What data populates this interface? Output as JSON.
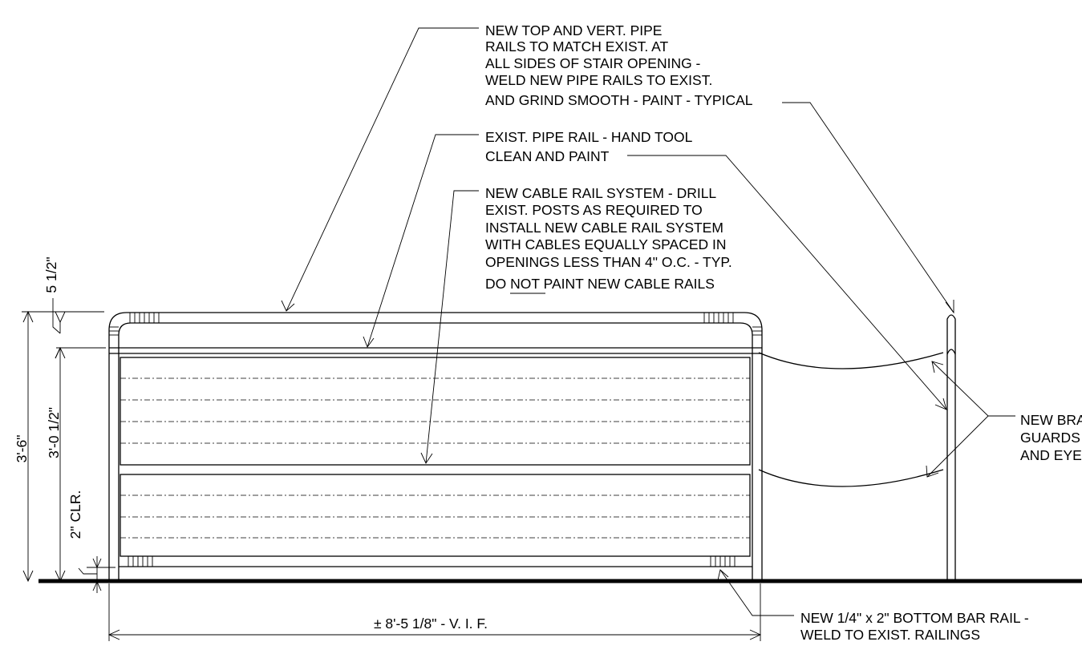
{
  "notes": {
    "top_rails": [
      "NEW TOP AND VERT. PIPE",
      "RAILS TO MATCH EXIST. AT",
      "ALL SIDES OF STAIR OPENING -",
      "WELD NEW PIPE RAILS TO EXIST.",
      "AND GRIND SMOOTH - PAINT - TYPICAL"
    ],
    "exist_rail": [
      "EXIST. PIPE RAIL - HAND TOOL",
      "CLEAN AND PAINT"
    ],
    "cable_rail": [
      "NEW CABLE RAIL SYSTEM - DRILL",
      "EXIST. POSTS AS REQUIRED TO",
      "INSTALL NEW CABLE RAIL SYSTEM",
      "WITH CABLES EQUALLY SPACED IN",
      "OPENINGS LESS THAN 4\" O.C. - TYP."
    ],
    "cable_rail_last": {
      "pre": "DO ",
      "underlined": "NOT",
      "post": " PAINT NEW CABLE RAILS"
    },
    "brackets": [
      "NEW BRA",
      "GUARDS",
      "AND EYE"
    ],
    "bottom_bar": [
      "NEW 1/4\" x 2\" BOTTOM BAR RAIL -",
      "WELD TO EXIST. RAILINGS"
    ]
  },
  "dimensions": {
    "overall_height": "3'-6\"",
    "top_gap": "5 1/2\"",
    "rail_height": "3'-0 1/2\"",
    "bottom_clearance": "2\" CLR.",
    "overall_width": "± 8'-5 1/8\" - V. I. F."
  }
}
